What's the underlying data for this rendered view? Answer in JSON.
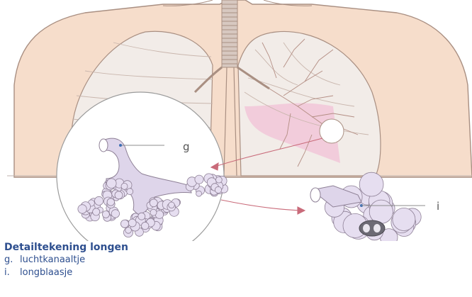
{
  "figure": {
    "title": "Detailtekening longen",
    "callouts": [
      {
        "key": "g",
        "marker": "g."
      },
      {
        "key": "i",
        "marker": "i."
      }
    ],
    "legend": [
      {
        "marker": "g.",
        "label": "luchtkanaaltje"
      },
      {
        "marker": "i.",
        "label": "longblaasje"
      }
    ]
  },
  "colors": {
    "skin": "#f6ddcb",
    "outline": "#a98f82",
    "lung": "#f2ece8",
    "lung_highlight": "#f2c7d8",
    "trachea": "#d7c8c0",
    "bronchiole": "#ded5ea",
    "alveolus": "#e6def0",
    "arrow": "#c96b7a",
    "text": "#2e4f8f"
  }
}
